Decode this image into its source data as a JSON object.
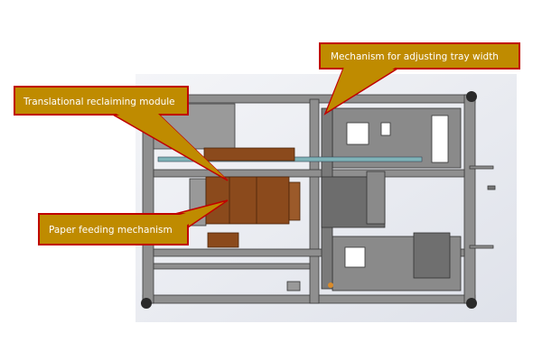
{
  "figure": {
    "callouts": [
      {
        "text": "Mechanism for adjusting tray width"
      },
      {
        "text": "Translational reclaiming module"
      },
      {
        "text": "Paper feeding mechanism"
      }
    ]
  },
  "colors": {
    "callout_fill": "#bf8b00",
    "callout_border": "#c00000",
    "frame": "#8c8c8c",
    "paper": "#8b4a1c",
    "belt": "#7fb3b8"
  }
}
